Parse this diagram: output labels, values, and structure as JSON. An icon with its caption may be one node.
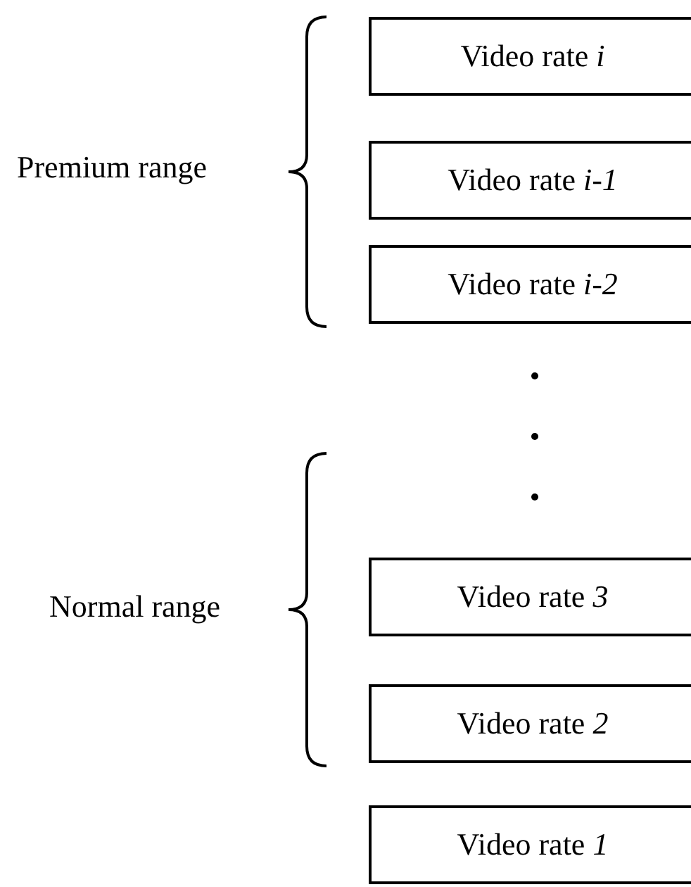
{
  "diagram": {
    "nodes": [
      {
        "text": [
          "Video rate *i*"
        ]
      },
      {
        "text": [
          "Video rate *i-1*"
        ]
      },
      {
        "text": [
          "Video rate *i-2*"
        ]
      },
      {
        "text": [
          "Video rate *3*"
        ]
      },
      {
        "text": [
          "Video rate *2*"
        ]
      },
      {
        "text": [
          "Video rate *1*"
        ]
      }
    ],
    "labels": [
      "Premium range",
      "Normal range"
    ]
  }
}
